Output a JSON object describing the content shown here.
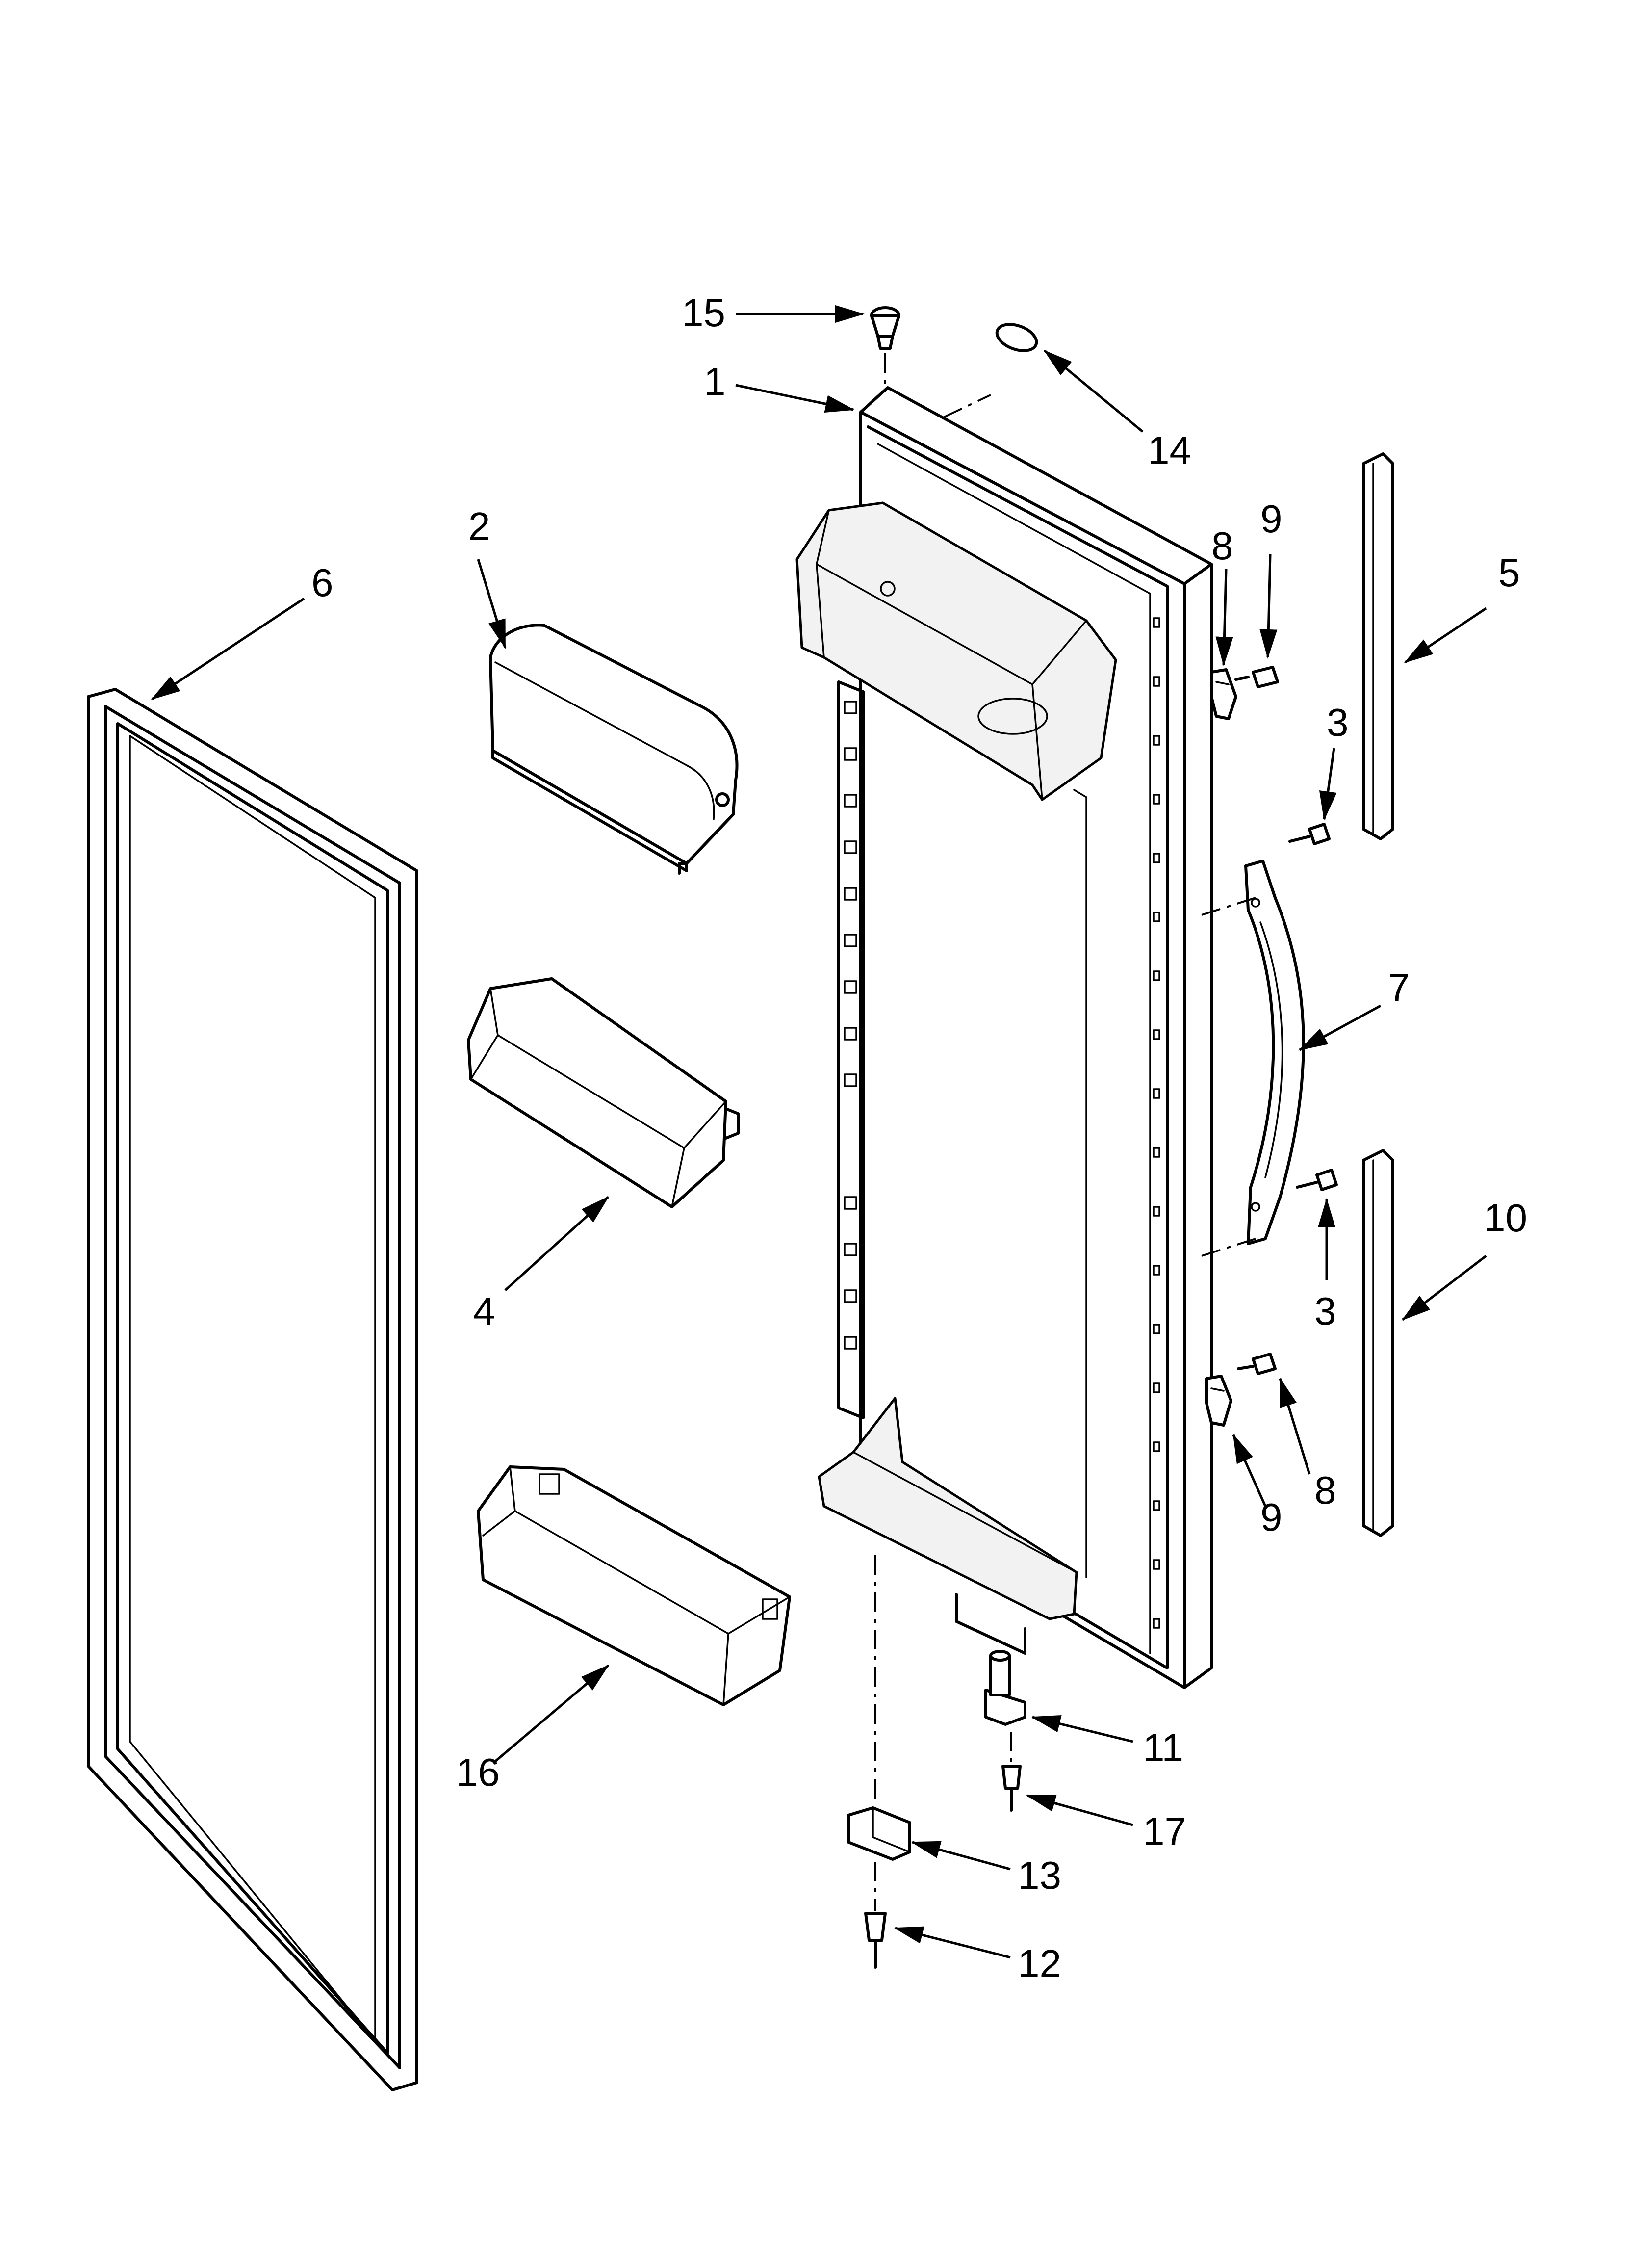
{
  "diagram": {
    "callouts": [
      {
        "id": "p1",
        "label": "1"
      },
      {
        "id": "p2",
        "label": "2"
      },
      {
        "id": "p3a",
        "label": "3"
      },
      {
        "id": "p3b",
        "label": "3"
      },
      {
        "id": "p4",
        "label": "4"
      },
      {
        "id": "p5",
        "label": "5"
      },
      {
        "id": "p6",
        "label": "6"
      },
      {
        "id": "p7",
        "label": "7"
      },
      {
        "id": "p8a",
        "label": "8"
      },
      {
        "id": "p8b",
        "label": "8"
      },
      {
        "id": "p9a",
        "label": "9"
      },
      {
        "id": "p9b",
        "label": "9"
      },
      {
        "id": "p10",
        "label": "10"
      },
      {
        "id": "p11",
        "label": "11"
      },
      {
        "id": "p12",
        "label": "12"
      },
      {
        "id": "p13",
        "label": "13"
      },
      {
        "id": "p14",
        "label": "14"
      },
      {
        "id": "p15",
        "label": "15"
      },
      {
        "id": "p16",
        "label": "16"
      },
      {
        "id": "p17",
        "label": "17"
      }
    ]
  }
}
